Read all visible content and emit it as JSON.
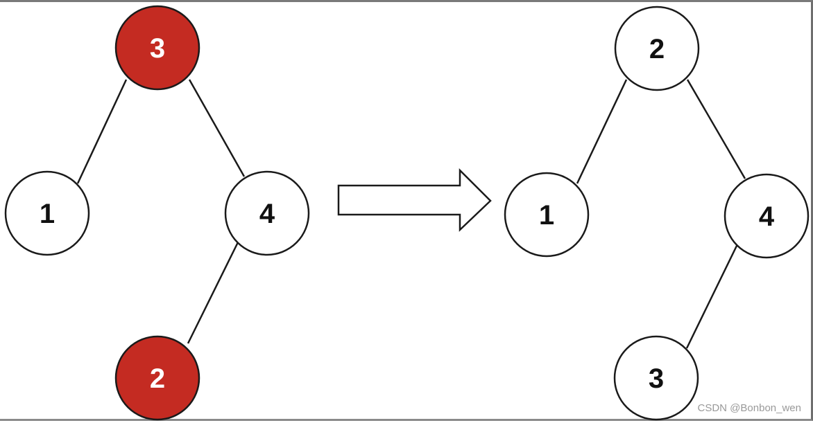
{
  "diagrams": {
    "before": {
      "nodes": [
        {
          "label": "3",
          "highlight": true
        },
        {
          "label": "1",
          "highlight": false
        },
        {
          "label": "4",
          "highlight": false
        },
        {
          "label": "2",
          "highlight": true
        }
      ]
    },
    "after": {
      "nodes": [
        {
          "label": "2",
          "highlight": false
        },
        {
          "label": "1",
          "highlight": false
        },
        {
          "label": "4",
          "highlight": false
        },
        {
          "label": "3",
          "highlight": false
        }
      ]
    }
  },
  "colors": {
    "highlight_fill": "#c42b22",
    "highlight_text": "#ffffff",
    "normal_fill": "#ffffff",
    "normal_text": "#111111",
    "stroke": "#1a1a1a"
  },
  "watermark": "CSDN @Bonbon_wen"
}
